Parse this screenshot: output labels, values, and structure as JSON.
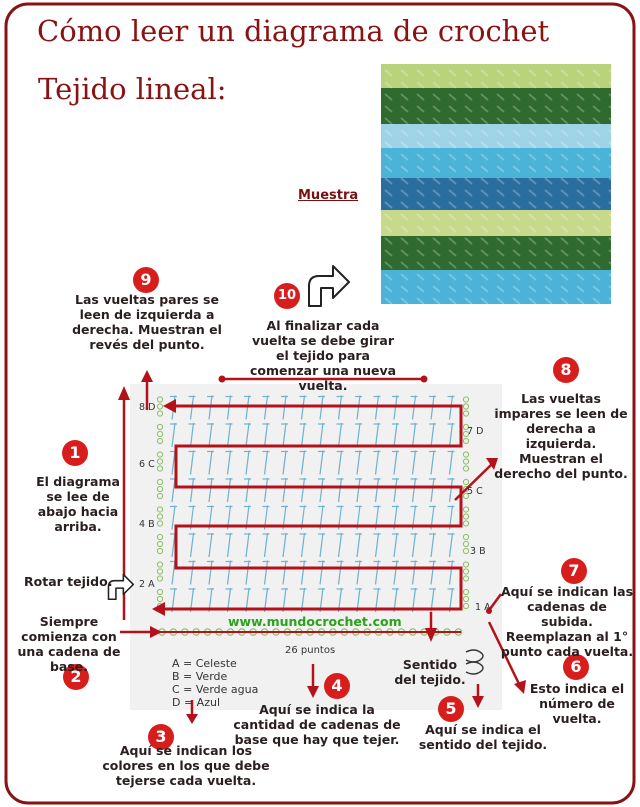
{
  "title_line1": "Cómo leer un diagrama de crochet",
  "title_line2": "Tejido lineal:",
  "muestra": "Muestra",
  "notes": {
    "n1": "El diagrama se lee de abajo hacia arriba.",
    "n2": "Siempre comienza con una cadena de base.",
    "n3": "Aquí se indican los colores en los que debe tejerse cada vuelta.",
    "n4": "Aquí se indica la cantidad de cadenas de base que hay que tejer.",
    "n5": "Aquí se indica el sentido del tejido.",
    "n6": "Esto indica el número de vuelta.",
    "n7": "Aquí se indican las cadenas de subida. Reemplazan al 1° punto cada vuelta.",
    "n8": "Las vueltas impares se leen de derecha a izquierda. Muestran el derecho del punto.",
    "n9": "Las vueltas pares se leen de izquierda a derecha. Muestran el revés del punto.",
    "n10": "Al finalizar cada vuelta se debe girar el tejido para comenzar una nueva vuelta.",
    "rotar": "Rotar tejido.",
    "sentido": "Sentido del tejido."
  },
  "numbers": [
    "1",
    "2",
    "3",
    "4",
    "5",
    "6",
    "7",
    "8",
    "9",
    "10"
  ],
  "chart": {
    "footer": "26 puntos",
    "watermark": "www.mundocrochet.com",
    "legend": [
      "A = Celeste",
      "B = Verde",
      "C = Verde agua",
      "D = Azul"
    ],
    "row_labels": {
      "r1": "1 A",
      "r2": "2 A",
      "r3": "3 B",
      "r4": "4 B",
      "r5": "5 C",
      "r6": "6 C",
      "r7": "7 D",
      "r8": "8 D"
    }
  },
  "colors": {
    "frame": "#8b1212",
    "accent": "#d81d1d",
    "path": "#b3121a",
    "stitch": "#6fb3cf",
    "chain": "#8cbf62",
    "swatch_green_light": "#c7d98a",
    "swatch_green_dark": "#2f6a2e",
    "swatch_blue_light": "#4bb3d8",
    "swatch_blue_dark": "#2a6ea0"
  }
}
